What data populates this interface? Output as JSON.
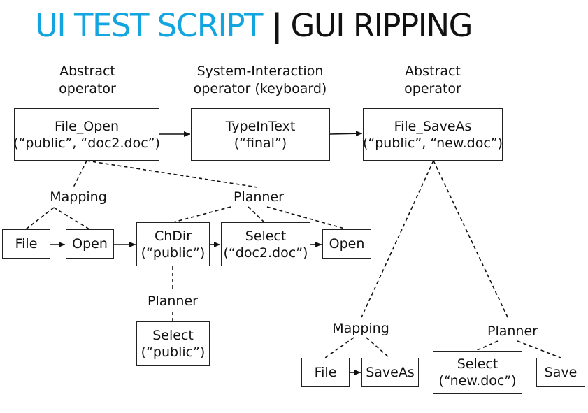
{
  "title": {
    "accent": "UI TEST SCRIPT",
    "separator": "|",
    "rest": "GUI RIPPING"
  },
  "captions": {
    "abstract_1": [
      "Abstract",
      "operator"
    ],
    "system_interaction": [
      "System-Interaction",
      "operator (keyboard)"
    ],
    "abstract_2": [
      "Abstract",
      "operator"
    ]
  },
  "nodes": {
    "file_open": [
      "File_Open",
      "(“public”, “doc2.doc”)"
    ],
    "typeintext": [
      "TypeInText",
      "(“final”)"
    ],
    "file_saveas": [
      "File_SaveAs",
      "(“public”, “new.doc”)"
    ],
    "file_1": [
      "File"
    ],
    "open_1": [
      "Open"
    ],
    "chdir": [
      "ChDir",
      "(“public”)"
    ],
    "select_doc2": [
      "Select",
      "(“doc2.doc”)"
    ],
    "open_2": [
      "Open"
    ],
    "select_public": [
      "Select",
      "(“public”)"
    ],
    "file_2": [
      "File"
    ],
    "saveas": [
      "SaveAs"
    ],
    "select_newdoc": [
      "Select",
      "(“new.doc”)"
    ],
    "save": [
      "Save"
    ]
  },
  "labels": {
    "mapping_1": "Mapping",
    "planner_1": "Planner",
    "planner_2": "Planner",
    "mapping_2": "Mapping",
    "planner_3": "Planner"
  }
}
